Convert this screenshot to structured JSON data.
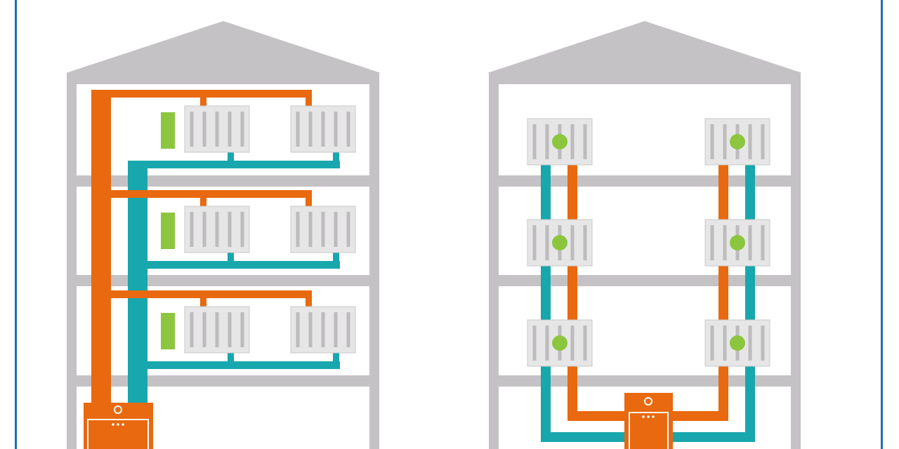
{
  "colors": {
    "background": "#ffffff",
    "frame": "#1f6fb2",
    "building": "#c4c2c4",
    "supply_pipe": "#e8690f",
    "return_pipe": "#17a7ad",
    "radiator_fill": "#e7e6e7",
    "radiator_stroke": "#c9c8c9",
    "radiator_fin": "#bdbbbd",
    "valve": "#8cc63f",
    "boiler": "#e8690f",
    "boiler_detail": "#ffffff"
  },
  "left_building": {
    "floors": 4,
    "radiators_per_floor": 2,
    "radiator_floors": 3,
    "thermostats": 3
  },
  "right_building": {
    "floors": 4,
    "radiators_per_floor": 2,
    "radiator_floors": 3,
    "radiator_valves": 6
  },
  "icons": {
    "radiator": "radiator-icon",
    "thermostat": "thermostat-icon",
    "valve": "valve-icon",
    "boiler": "boiler-icon"
  }
}
